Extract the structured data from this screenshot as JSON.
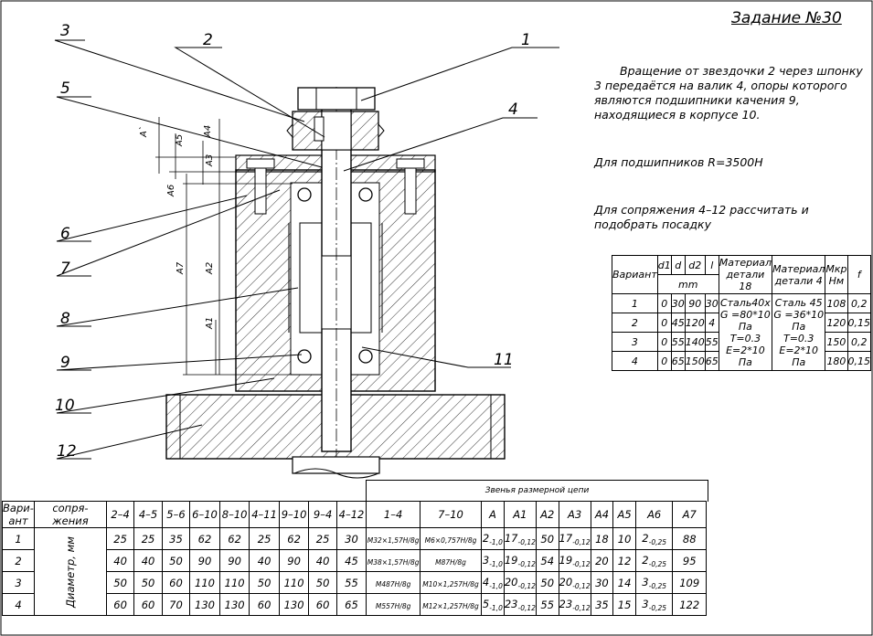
{
  "title": "Задание №30",
  "description": "Вращение от звездочки 2 через шпонку 3 передаётся на валик 4, опоры которого являются подшипники качения 9, находящиеся в корпусе 10.",
  "bearing_note": "Для подшипников R=3500Н",
  "fit_note": "Для сопряжения 4–12 рассчитать и подобрать посадку",
  "part_labels": [
    "1",
    "2",
    "3",
    "4",
    "5",
    "6",
    "7",
    "8",
    "9",
    "10",
    "11",
    "12"
  ],
  "dim_labels": {
    "a": "A`",
    "a5": "A5",
    "a4": "A4",
    "a3": "A3",
    "a6": "A6",
    "a7": "A7",
    "a2": "A2",
    "a1": "A1"
  },
  "right_table": {
    "col_variant": "Вариант",
    "col_d1": "d1",
    "col_d": "d",
    "col_d2": "d2",
    "col_l": "l",
    "unit": "mm",
    "col_mat18": "Материал детали 18",
    "col_mat4": "Материал детали 4",
    "col_mkr": "Мкр Нм",
    "col_f": "f",
    "rows": [
      {
        "v": "1",
        "d1": "0",
        "d": "30",
        "d2": "90",
        "l": "30",
        "mkr": "108",
        "f": "0,2"
      },
      {
        "v": "2",
        "d1": "0",
        "d": "45",
        "d2": "120",
        "l": "4",
        "mkr": "120",
        "f": "0,15"
      },
      {
        "v": "3",
        "d1": "0",
        "d": "55",
        "d2": "140",
        "l": "55",
        "mkr": "150",
        "f": "0,2"
      },
      {
        "v": "4",
        "d1": "0",
        "d": "65",
        "d2": "150",
        "l": "65",
        "mkr": "180",
        "f": "0,15"
      }
    ],
    "mat18": [
      "Сталь40х",
      "G =80*10 Па",
      "T=0.3",
      "E=2*10 Па"
    ],
    "mat4": [
      "Сталь 45",
      "G =36*10 Па",
      "T=0.3",
      "E=2*10 Па"
    ]
  },
  "bottom_table": {
    "header_group": "Звенья размерной цепи",
    "col_variant": "Вари-ант",
    "col_fit": "сопря-жения",
    "diam_label": "Диаметр, мм",
    "cols": [
      "2–4",
      "4–5",
      "5–6",
      "6–10",
      "8–10",
      "4–11",
      "9–10",
      "9–4",
      "4–12",
      "1–4",
      "7–10",
      "A",
      "A1",
      "A2",
      "A3",
      "A4",
      "A5",
      "A6",
      "A7"
    ],
    "rows": [
      {
        "v": "1",
        "vals": [
          "25",
          "25",
          "35",
          "62",
          "62",
          "25",
          "62",
          "25",
          "30"
        ],
        "t14": "M32×1,5",
        "f14": "7H/8g",
        "t710": "M6×0,75",
        "f710": "7H/8g",
        "A": "2",
        "Asub": "-1,0",
        "A1": "17",
        "A1sub": "-0,12",
        "A2": "50",
        "A3": "17",
        "A3sub": "-0,12",
        "A4": "18",
        "A5": "10",
        "A6": "2",
        "A6sub": "-0,25",
        "A7": "88"
      },
      {
        "v": "2",
        "vals": [
          "40",
          "40",
          "50",
          "90",
          "90",
          "40",
          "90",
          "40",
          "45"
        ],
        "t14": "M38×1,5",
        "f14": "7H/8g",
        "t710": "M8",
        "f710": "7H/8g",
        "A": "3",
        "Asub": "-1,0",
        "A1": "19",
        "A1sub": "-0,12",
        "A2": "54",
        "A3": "19",
        "A3sub": "-0,12",
        "A4": "20",
        "A5": "12",
        "A6": "2",
        "A6sub": "-0,25",
        "A7": "95"
      },
      {
        "v": "3",
        "vals": [
          "50",
          "50",
          "60",
          "110",
          "110",
          "50",
          "110",
          "50",
          "55"
        ],
        "t14": "M48",
        "f14": "7H/8g",
        "t710": "M10×1,25",
        "f710": "7H/8g",
        "A": "4",
        "Asub": "-1,0",
        "A1": "20",
        "A1sub": "-0,12",
        "A2": "50",
        "A3": "20",
        "A3sub": "-0,12",
        "A4": "30",
        "A5": "14",
        "A6": "3",
        "A6sub": "-0,25",
        "A7": "109"
      },
      {
        "v": "4",
        "vals": [
          "60",
          "60",
          "70",
          "130",
          "130",
          "60",
          "130",
          "60",
          "65"
        ],
        "t14": "M55",
        "f14": "7H/8g",
        "t710": "M12×1,25",
        "f710": "7H/8g",
        "A": "5",
        "Asub": "-1,0",
        "A1": "23",
        "A1sub": "-0,12",
        "A2": "55",
        "A3": "23",
        "A3sub": "-0,12",
        "A4": "35",
        "A5": "15",
        "A6": "3",
        "A6sub": "-0,25",
        "A7": "122"
      }
    ]
  }
}
